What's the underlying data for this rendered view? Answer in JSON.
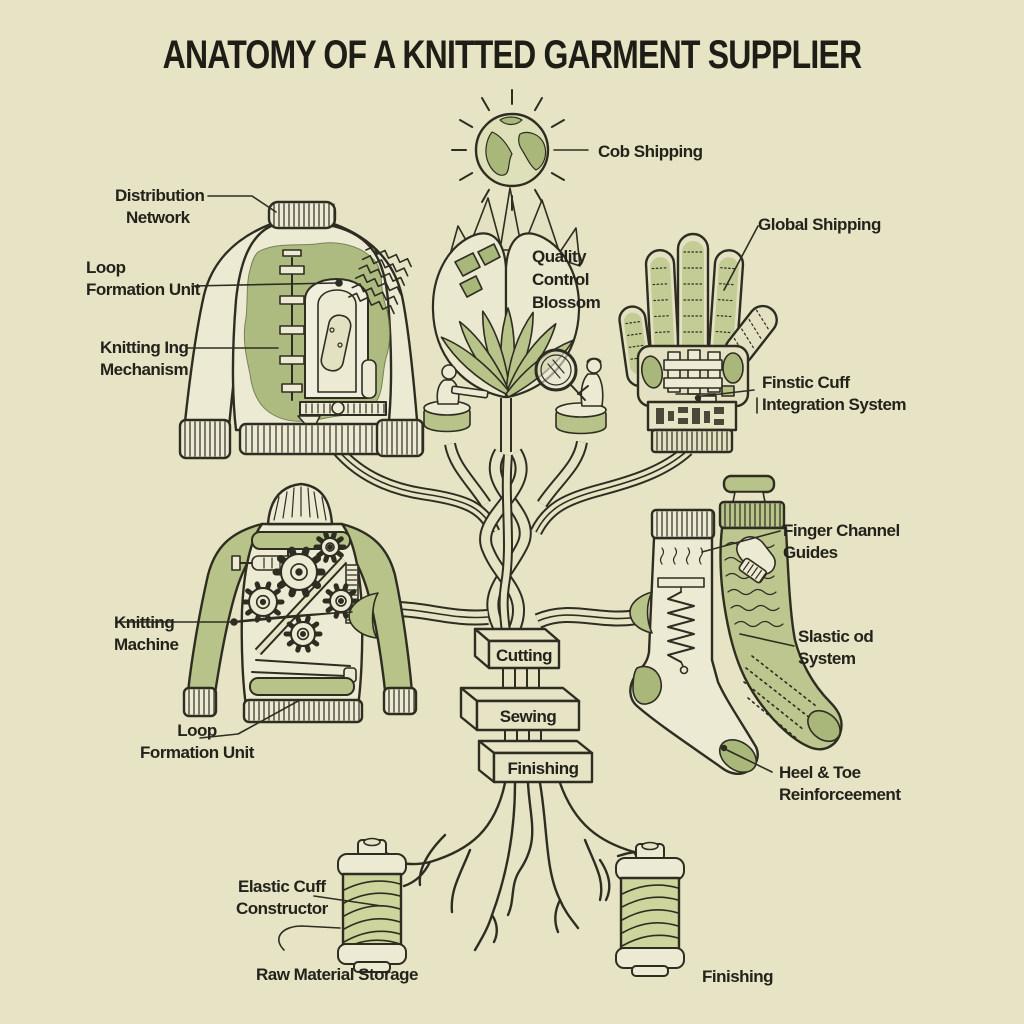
{
  "title": "ANATOMY OF A KNITTED GARMENT SUPPLIER",
  "colors": {
    "background": "#e6e4c5",
    "ink": "#2e2d21",
    "sage_green": "#b8c38a",
    "yarn_green": "#cdd49c",
    "leaf_green": "#a9b87a",
    "cream": "#edead3"
  },
  "labels": {
    "cob_shipping": "Cob Shipping",
    "distribution": [
      "Distribution",
      "Network"
    ],
    "loop_formation_top": [
      "Loop",
      "Formation Unit"
    ],
    "knitting_ing": [
      "Knitting Ing",
      "Mechanism"
    ],
    "quality_blossom": [
      "Quality",
      "Control",
      "Blossom"
    ],
    "global_shipping": "Global Shipping",
    "finstic_cuff": [
      "Finstic Cuff",
      "Integration System"
    ],
    "finger_channel": [
      "Finger Channel",
      "Guides"
    ],
    "slastic": [
      "Slastic od",
      "System"
    ],
    "knitting_machine": [
      "Knitting",
      "Machine"
    ],
    "loop_formation_bottom": [
      "Loop",
      "Formation Unit"
    ],
    "heel_toe": [
      "Heel & Toe",
      "Reinforceement"
    ],
    "elastic_cuff": [
      "Elastic Cuff",
      "Constructor"
    ],
    "raw_material": "Raw Material Storage",
    "finishing_caption": "Finishing"
  },
  "process_boxes": [
    "Cutting",
    "Sewing",
    "Finishing"
  ]
}
